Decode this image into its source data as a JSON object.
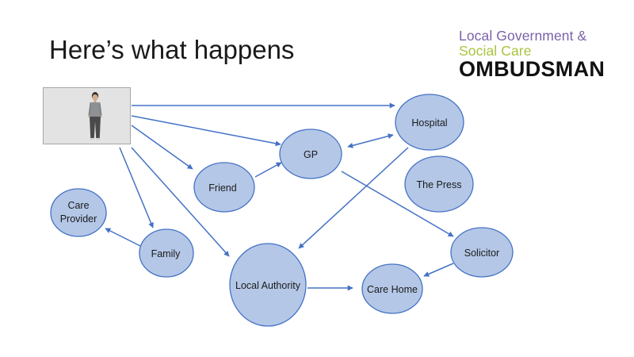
{
  "slide": {
    "title": "Here’s what happens"
  },
  "logo": {
    "line1": "Local Government &",
    "line2": "Social Care",
    "line3": "OMBUDSMAN",
    "colors": {
      "line1": "#7a62a8",
      "line2": "#a9c23f",
      "line3": "#111111"
    }
  },
  "diagram": {
    "colors": {
      "node_fill": "#b4c7e7",
      "node_stroke": "#4472c4",
      "edge": "#4472c4"
    },
    "start_image": "person-photo",
    "nodes": {
      "hospital": {
        "label": [
          "Hospital"
        ]
      },
      "gp": {
        "label": [
          "GP"
        ]
      },
      "friend": {
        "label": [
          "Friend"
        ]
      },
      "press": {
        "label": [
          "The Press"
        ]
      },
      "care_provider": {
        "label": [
          "Care",
          "Provider"
        ]
      },
      "family": {
        "label": [
          "Family"
        ]
      },
      "local_authority": {
        "label": [
          "Local Authority"
        ]
      },
      "care_home": {
        "label": [
          "Care Home"
        ]
      },
      "solicitor": {
        "label": [
          "Solicitor"
        ]
      }
    },
    "edges": [
      {
        "from": "person",
        "to": "hospital"
      },
      {
        "from": "person",
        "to": "gp"
      },
      {
        "from": "person",
        "to": "friend"
      },
      {
        "from": "person",
        "to": "family"
      },
      {
        "from": "person",
        "to": "local_authority"
      },
      {
        "from": "friend",
        "to": "gp"
      },
      {
        "from": "gp",
        "to": "hospital",
        "bidirectional": true
      },
      {
        "from": "gp",
        "to": "solicitor"
      },
      {
        "from": "hospital",
        "to": "local_authority"
      },
      {
        "from": "family",
        "to": "care_provider"
      },
      {
        "from": "local_authority",
        "to": "care_home"
      },
      {
        "from": "solicitor",
        "to": "care_home"
      }
    ]
  }
}
